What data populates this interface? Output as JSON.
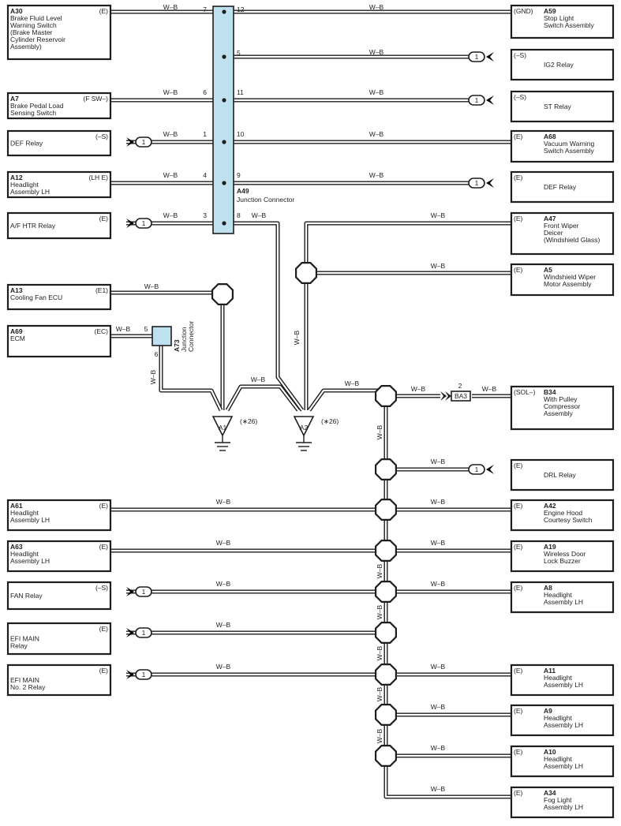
{
  "wire_color": "W–B",
  "junction_connector": {
    "code": "A49",
    "name": "Junction Connector",
    "fill": "#bfe0ee",
    "pins": [
      "7",
      "12",
      "5",
      "6",
      "11",
      "1",
      "10",
      "4",
      "9",
      "3",
      "8"
    ]
  },
  "junction_connector_2": {
    "code": "A73",
    "name": "Junction\nConnector",
    "pins": [
      "5",
      "6"
    ]
  },
  "inline_connector": {
    "code": "BA3",
    "pin": "2"
  },
  "connector_pin": "1",
  "grounds": [
    {
      "code": "A1",
      "note": "(∗26)"
    },
    {
      "code": "A2",
      "note": "(∗26)"
    }
  ],
  "left_components": [
    {
      "code": "A30",
      "name": "Brake Fluid Level\nWarning Switch\n(Brake Master\nCylinder Reservoir\nAssembly)",
      "terminal": "(E)"
    },
    {
      "code": "A7",
      "name": "Brake Pedal Load\nSensing Switch",
      "terminal": "(F SW–)"
    },
    {
      "code": "",
      "name": "DEF Relay",
      "terminal": "(–S)"
    },
    {
      "code": "A12",
      "name": "Headlight\nAssembly LH",
      "terminal": "(LH E)"
    },
    {
      "code": "",
      "name": "A/F HTR Relay",
      "terminal": "(E)"
    },
    {
      "code": "A13",
      "name": "Cooling Fan ECU",
      "terminal": "(E1)"
    },
    {
      "code": "A69",
      "name": "ECM",
      "terminal": "(EC)"
    },
    {
      "code": "A61",
      "name": "Headlight\nAssembly LH",
      "terminal": "(E)"
    },
    {
      "code": "A63",
      "name": "Headlight\nAssembly LH",
      "terminal": "(E)"
    },
    {
      "code": "",
      "name": "FAN Relay",
      "terminal": "(–S)"
    },
    {
      "code": "",
      "name": "EFI MAIN\nRelay",
      "terminal": "(E)"
    },
    {
      "code": "",
      "name": "EFI MAIN\nNo. 2 Relay",
      "terminal": "(E)"
    }
  ],
  "right_components": [
    {
      "code": "A59",
      "name": "Stop Light\nSwitch Assembly",
      "terminal": "(GND)"
    },
    {
      "code": "",
      "name": "IG2 Relay",
      "terminal": "(–S)"
    },
    {
      "code": "",
      "name": "ST Relay",
      "terminal": "(–S)"
    },
    {
      "code": "A68",
      "name": "Vacuum Warning\nSwitch Assembly",
      "terminal": "(E)"
    },
    {
      "code": "",
      "name": "DEF Relay",
      "terminal": "(E)"
    },
    {
      "code": "A47",
      "name": "Front Wiper\nDeicer\n(Windshield Glass)",
      "terminal": "(E)"
    },
    {
      "code": "A5",
      "name": "Windshield Wiper\nMotor Assembly",
      "terminal": "(E)"
    },
    {
      "code": "B34",
      "name": "With Pulley\nCompressor\nAssembly",
      "terminal": "(SOL–)"
    },
    {
      "code": "",
      "name": "DRL Relay",
      "terminal": "(E)"
    },
    {
      "code": "A42",
      "name": "Engine Hood\nCourtesy Switch",
      "terminal": "(E)"
    },
    {
      "code": "A19",
      "name": "Wireless Door\nLock Buzzer",
      "terminal": "(E)"
    },
    {
      "code": "A8",
      "name": "Headlight\nAssembly LH",
      "terminal": "(E)"
    },
    {
      "code": "A11",
      "name": "Headlight\nAssembly LH",
      "terminal": "(E)"
    },
    {
      "code": "A9",
      "name": "Headlight\nAssembly LH",
      "terminal": "(E)"
    },
    {
      "code": "A10",
      "name": "Headlight\nAssembly LH",
      "terminal": "(E)"
    },
    {
      "code": "A34",
      "name": "Fog Light\nAssembly LH",
      "terminal": "(E)"
    }
  ]
}
